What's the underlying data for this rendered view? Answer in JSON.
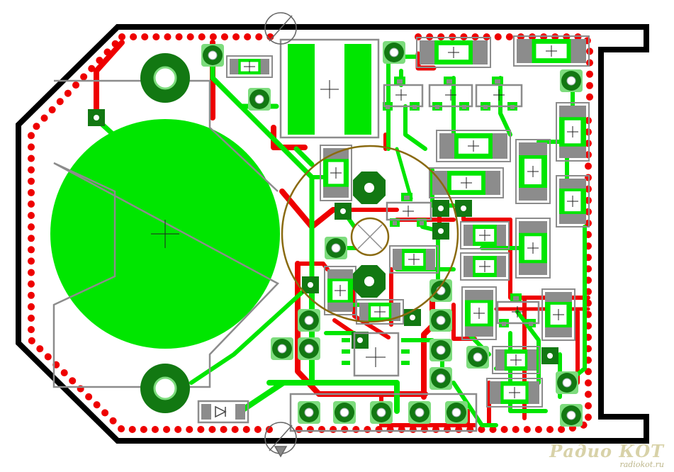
{
  "image": {
    "subject": "pcb-layout",
    "colors": {
      "background": "#ffffff",
      "board_outline": "#000000",
      "copper_top": "#00e600",
      "copper_bottom": "#ee0000",
      "silkscreen": "#8c8c8c",
      "via_ring": "#127812",
      "pad_ring": "#7ddc7d",
      "reference_circle": "#8a6a10"
    },
    "icons": [
      "battery-holder-outline",
      "crosshair-mark",
      "mounting-hole-icon",
      "fiducial-icon"
    ]
  },
  "watermark": {
    "logo": "Радио КОТ",
    "url": "radiokot.ru"
  }
}
